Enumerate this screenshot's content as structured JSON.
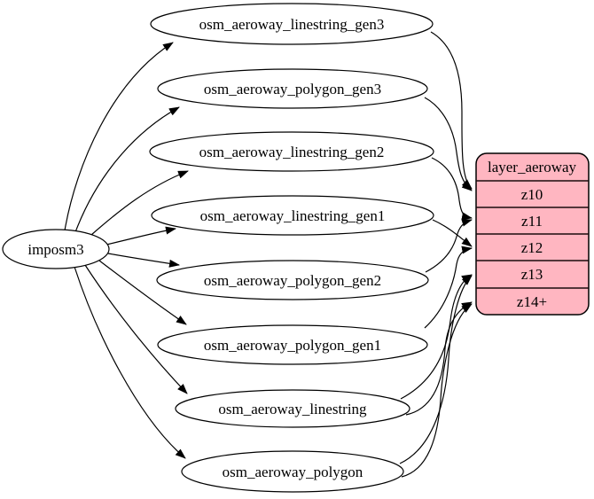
{
  "diagram": {
    "kind": "etl-graph",
    "background_color": "#ffffff",
    "edge_color": "#000000",
    "source": {
      "label": "imposm3"
    },
    "tables": [
      {
        "label": "osm_aeroway_linestring_gen3"
      },
      {
        "label": "osm_aeroway_polygon_gen3"
      },
      {
        "label": "osm_aeroway_linestring_gen2"
      },
      {
        "label": "osm_aeroway_linestring_gen1"
      },
      {
        "label": "osm_aeroway_polygon_gen2"
      },
      {
        "label": "osm_aeroway_polygon_gen1"
      },
      {
        "label": "osm_aeroway_linestring"
      },
      {
        "label": "osm_aeroway_polygon"
      }
    ],
    "layer": {
      "title": "layer_aeroway",
      "rows": [
        "z10",
        "z11",
        "z12",
        "z13",
        "z14+"
      ],
      "fill": "#ffb6c1",
      "border": "#000000"
    },
    "edges": [
      {
        "from": "imposm3",
        "to": "osm_aeroway_linestring_gen3"
      },
      {
        "from": "imposm3",
        "to": "osm_aeroway_polygon_gen3"
      },
      {
        "from": "imposm3",
        "to": "osm_aeroway_linestring_gen2"
      },
      {
        "from": "imposm3",
        "to": "osm_aeroway_linestring_gen1"
      },
      {
        "from": "imposm3",
        "to": "osm_aeroway_polygon_gen2"
      },
      {
        "from": "imposm3",
        "to": "osm_aeroway_polygon_gen1"
      },
      {
        "from": "imposm3",
        "to": "osm_aeroway_linestring"
      },
      {
        "from": "imposm3",
        "to": "osm_aeroway_polygon"
      },
      {
        "from": "osm_aeroway_linestring_gen3",
        "to": "layer_aeroway:z10"
      },
      {
        "from": "osm_aeroway_polygon_gen3",
        "to": "layer_aeroway:z10"
      },
      {
        "from": "osm_aeroway_linestring_gen2",
        "to": "layer_aeroway:z11"
      },
      {
        "from": "osm_aeroway_polygon_gen2",
        "to": "layer_aeroway:z11"
      },
      {
        "from": "osm_aeroway_linestring_gen1",
        "to": "layer_aeroway:z12"
      },
      {
        "from": "osm_aeroway_polygon_gen1",
        "to": "layer_aeroway:z12"
      },
      {
        "from": "osm_aeroway_linestring",
        "to": "layer_aeroway:z13"
      },
      {
        "from": "osm_aeroway_polygon",
        "to": "layer_aeroway:z13"
      },
      {
        "from": "osm_aeroway_linestring",
        "to": "layer_aeroway:z14+"
      },
      {
        "from": "osm_aeroway_polygon",
        "to": "layer_aeroway:z14+"
      }
    ]
  }
}
